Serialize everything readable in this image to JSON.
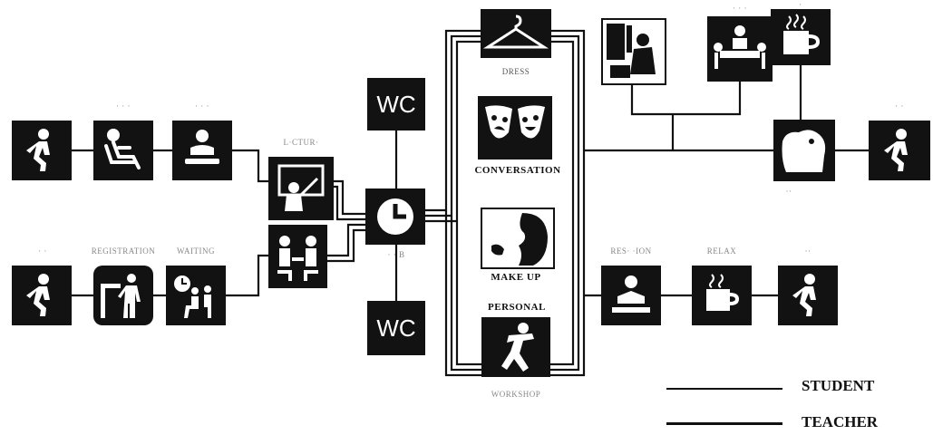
{
  "labels": {
    "top_row_1": "",
    "top_row_2": "· · ·",
    "top_row_3": "· · ·",
    "lecture": "L·CTUR·",
    "bottom_1": "· ·",
    "registration": "REGISTRATION",
    "waiting": "WAITING",
    "wc": "WC",
    "hub": "· · B",
    "dress": "DRESS",
    "conversation": "CONVERSATION",
    "make_up": "MAKE UP",
    "personal": "PERSONAL",
    "workshop": "WORKSHOP",
    "upper_right_1": "",
    "upper_right_2": "· · ·",
    "upper_right_3": "·",
    "far_right_top": "· ·",
    "right_mid": "··",
    "reception": "RES· ·ION",
    "relax": "RELAX",
    "exit": "··"
  },
  "legend": {
    "student": "STUDENT",
    "teacher": "TEACHER"
  },
  "icons": {
    "walk": "walking-person-icon",
    "recline": "reclining-person-icon",
    "seated": "seated-person-icon",
    "lecture": "lecturer-icon",
    "meeting": "meeting-icon",
    "registration": "registration-desk-icon",
    "waiting": "waiting-room-icon",
    "clock": "clock-icon",
    "hanger": "hanger-icon",
    "masks": "theater-masks-icon",
    "makeup": "makeup-icon",
    "dancer": "dancer-icon",
    "library": "library-photo-icon",
    "conference": "conference-table-icon",
    "coffee": "coffee-cup-icon",
    "reading": "reading-person-icon",
    "creature": "animal-icon"
  },
  "colors": {
    "ink": "#121212",
    "paper": "#ffffff"
  }
}
